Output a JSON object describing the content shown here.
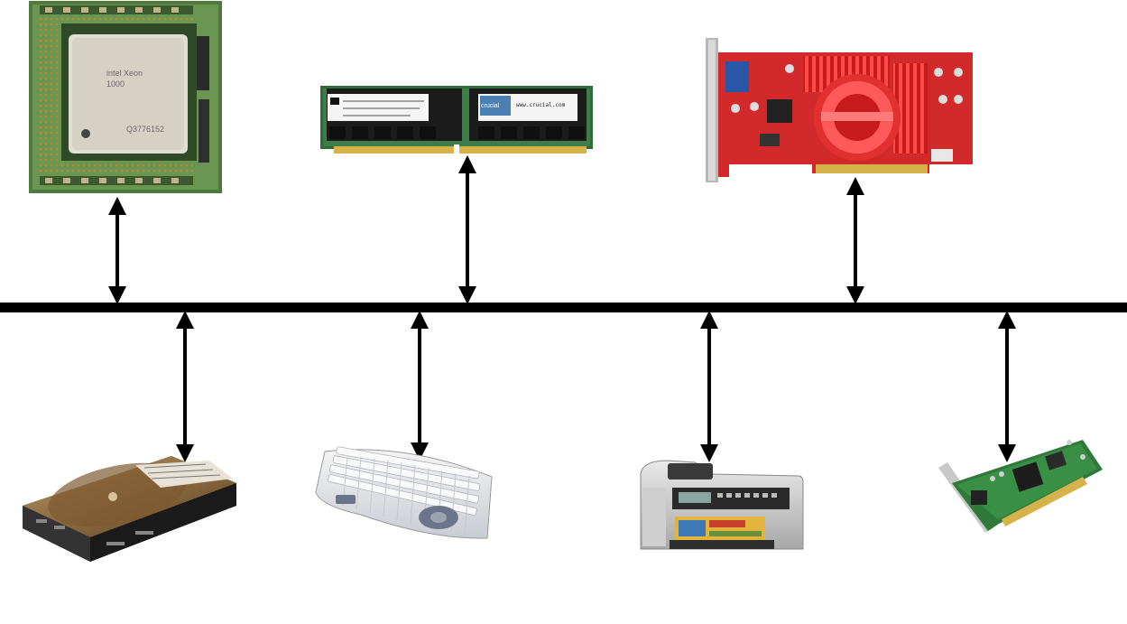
{
  "diagram": {
    "type": "system-bus",
    "components_top": [
      {
        "icon": "cpu-icon"
      },
      {
        "icon": "ram-module-icon"
      },
      {
        "icon": "graphics-card-icon"
      }
    ],
    "components_bottom": [
      {
        "icon": "hard-disk-icon"
      },
      {
        "icon": "keyboard-icon"
      },
      {
        "icon": "printer-icon"
      },
      {
        "icon": "network-card-icon"
      }
    ],
    "arrows": "bidirectional",
    "colors": {
      "bus": "#000000",
      "background": "#ffffff"
    }
  },
  "cpu": {
    "line1": "intel Xeon",
    "line2": "1000",
    "line3": "Q3776152"
  },
  "ram": {
    "brand": "crucial",
    "url": "www.crucial.com"
  }
}
